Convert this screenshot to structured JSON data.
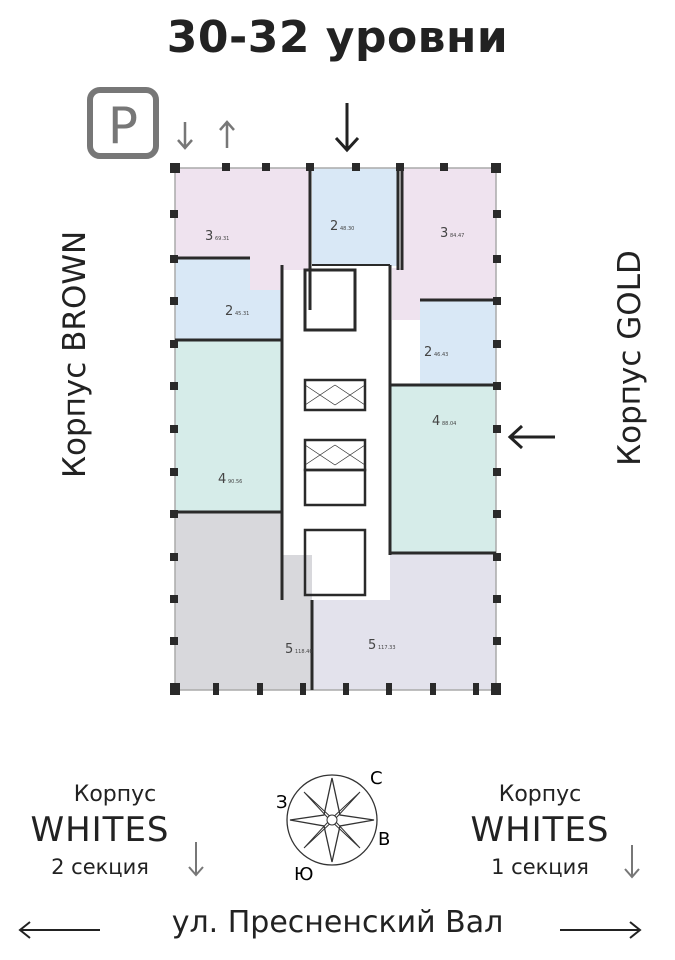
{
  "title": "30-32 уровни",
  "parking_label": "P",
  "buildings": {
    "left": "Корпус BROWN",
    "right": "Корпус GOLD",
    "bottom_left": {
      "name": "Корпус",
      "brand": "WHITES",
      "section": "2 секция"
    },
    "bottom_right": {
      "name": "Корпус",
      "brand": "WHITES",
      "section": "1 секция"
    }
  },
  "street": "ул. Пресненский Вал",
  "compass": {
    "n": "С",
    "e": "В",
    "s": "Ю",
    "w": "З"
  },
  "apartments": [
    {
      "rooms": "3",
      "area": "69.31"
    },
    {
      "rooms": "2",
      "area": "48.30"
    },
    {
      "rooms": "3",
      "area": "84.47"
    },
    {
      "rooms": "2",
      "area": "45.31"
    },
    {
      "rooms": "2",
      "area": "46.43"
    },
    {
      "rooms": "4",
      "area": "88.04"
    },
    {
      "rooms": "4",
      "area": "90.56"
    },
    {
      "rooms": "5",
      "area": "118.40"
    },
    {
      "rooms": "5",
      "area": "117.33"
    }
  ],
  "colors": {
    "pink": "#efe3ef",
    "blue": "#d9e8f6",
    "teal": "#d6ece9",
    "gray": "#d8d8dc",
    "lavender": "#e3e2ec",
    "wall": "#2a2a2a"
  }
}
